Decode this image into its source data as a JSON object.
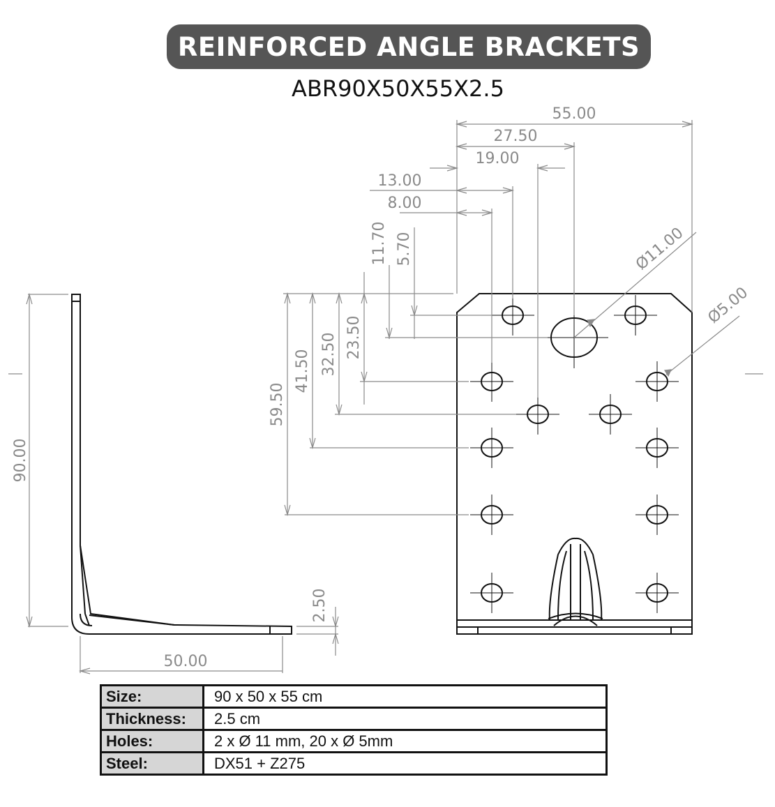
{
  "header": {
    "title": "REINFORCED ANGLE BRACKETS",
    "model": "ABR90X50X55X2.5"
  },
  "dimensions": {
    "width_top": "55.00",
    "d27": "27.50",
    "d19": "19.00",
    "d13": "13.00",
    "d8": "8.00",
    "d1170": "11.70",
    "d570": "5.70",
    "d2350": "23.50",
    "d3250": "32.50",
    "d4150": "41.50",
    "d5950": "59.50",
    "height_side": "90.00",
    "thickness": "2.50",
    "base_length": "50.00",
    "hole_large": "Ø11.00",
    "hole_small": "Ø5.00"
  },
  "specs": [
    {
      "label": "Size:",
      "value": "90 x 50 x 55 cm"
    },
    {
      "label": "Thickness:",
      "value": "2.5 cm"
    },
    {
      "label": "Holes:",
      "value": "2 x Ø 11 mm, 20 x Ø 5mm"
    },
    {
      "label": "Steel:",
      "value": "DX51 + Z275"
    }
  ],
  "colors": {
    "title_bg": "#555555",
    "dim_line": "#8a8a8a",
    "outline": "#111111",
    "table_label_bg": "#d6d6d6"
  }
}
